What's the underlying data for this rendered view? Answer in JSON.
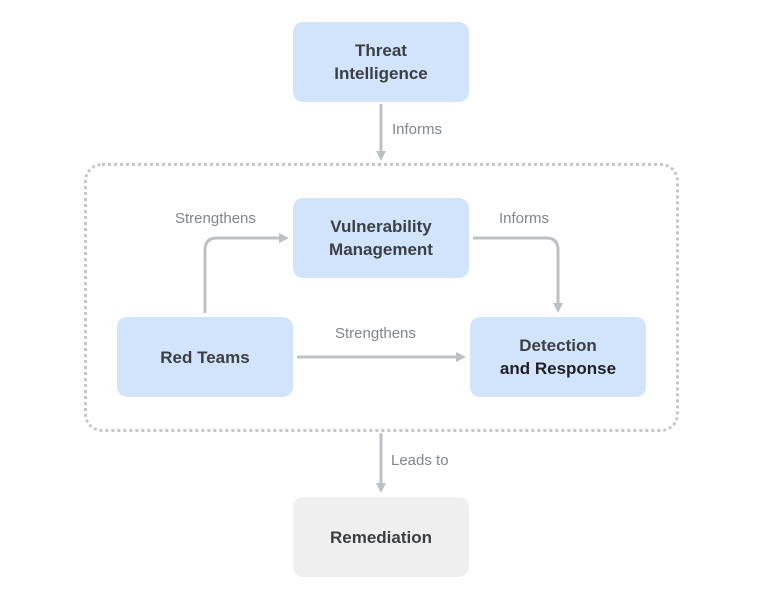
{
  "nodes": {
    "threat_intelligence": {
      "line1": "Threat",
      "line2": "Intelligence"
    },
    "vulnerability_management": {
      "line1": "Vulnerability",
      "line2": "Management"
    },
    "red_teams": {
      "line1": "Red Teams"
    },
    "detection_response": {
      "line1": "Detection",
      "line2": "and Response"
    },
    "remediation": {
      "line1": "Remediation"
    }
  },
  "edges": {
    "threat_to_group": "Informs",
    "red_to_vuln": "Strengthens",
    "vuln_to_detection": "Informs",
    "red_to_detection": "Strengthens",
    "group_to_remediation": "Leads to"
  },
  "colors": {
    "node_fill": "#d2e3fc",
    "terminal_fill": "#efefef",
    "arrow": "#bdc1c6",
    "label": "#80868b",
    "text": "#3c4043"
  }
}
